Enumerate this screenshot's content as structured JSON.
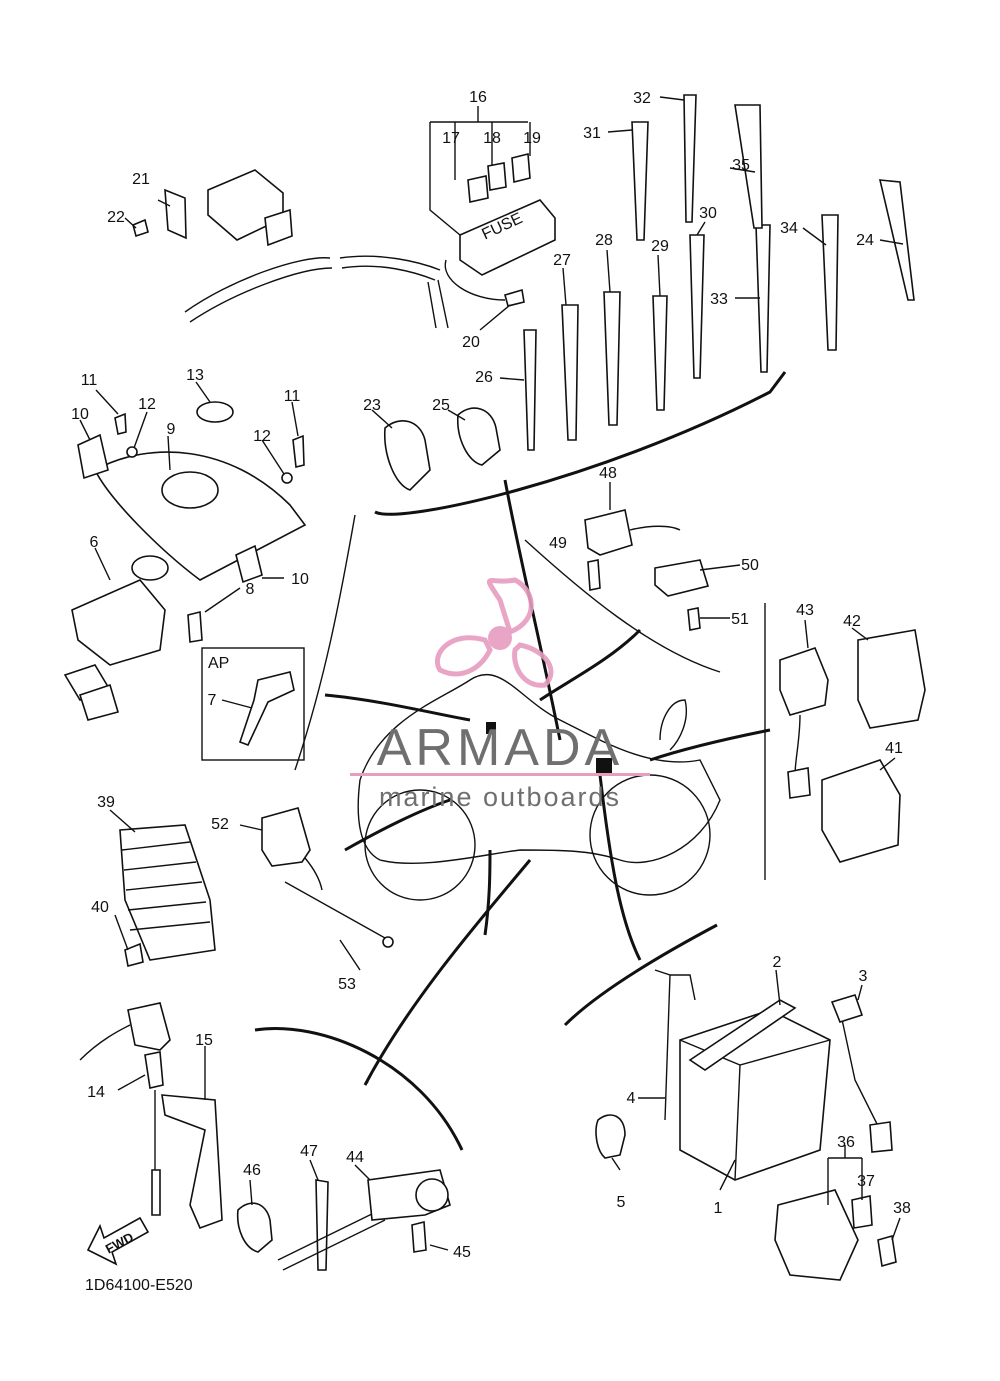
{
  "diagram": {
    "code": "1D64100-E520",
    "fwd_label": "FWD",
    "ap_label": "AP",
    "fuse_label": "FUSE",
    "watermark": {
      "brand": "ARMADA",
      "tagline": "marine outboards",
      "accent_color": "#e79cc0",
      "text_color": "#6f6f6f"
    },
    "callouts": [
      "1",
      "2",
      "3",
      "4",
      "5",
      "6",
      "7",
      "8",
      "9",
      "10",
      "10",
      "11",
      "11",
      "12",
      "12",
      "13",
      "14",
      "15",
      "16",
      "17",
      "18",
      "19",
      "20",
      "21",
      "22",
      "23",
      "24",
      "25",
      "26",
      "27",
      "28",
      "29",
      "30",
      "31",
      "32",
      "33",
      "34",
      "35",
      "36",
      "37",
      "38",
      "39",
      "40",
      "41",
      "42",
      "43",
      "44",
      "45",
      "46",
      "47",
      "48",
      "49",
      "50",
      "51",
      "52",
      "53"
    ]
  }
}
